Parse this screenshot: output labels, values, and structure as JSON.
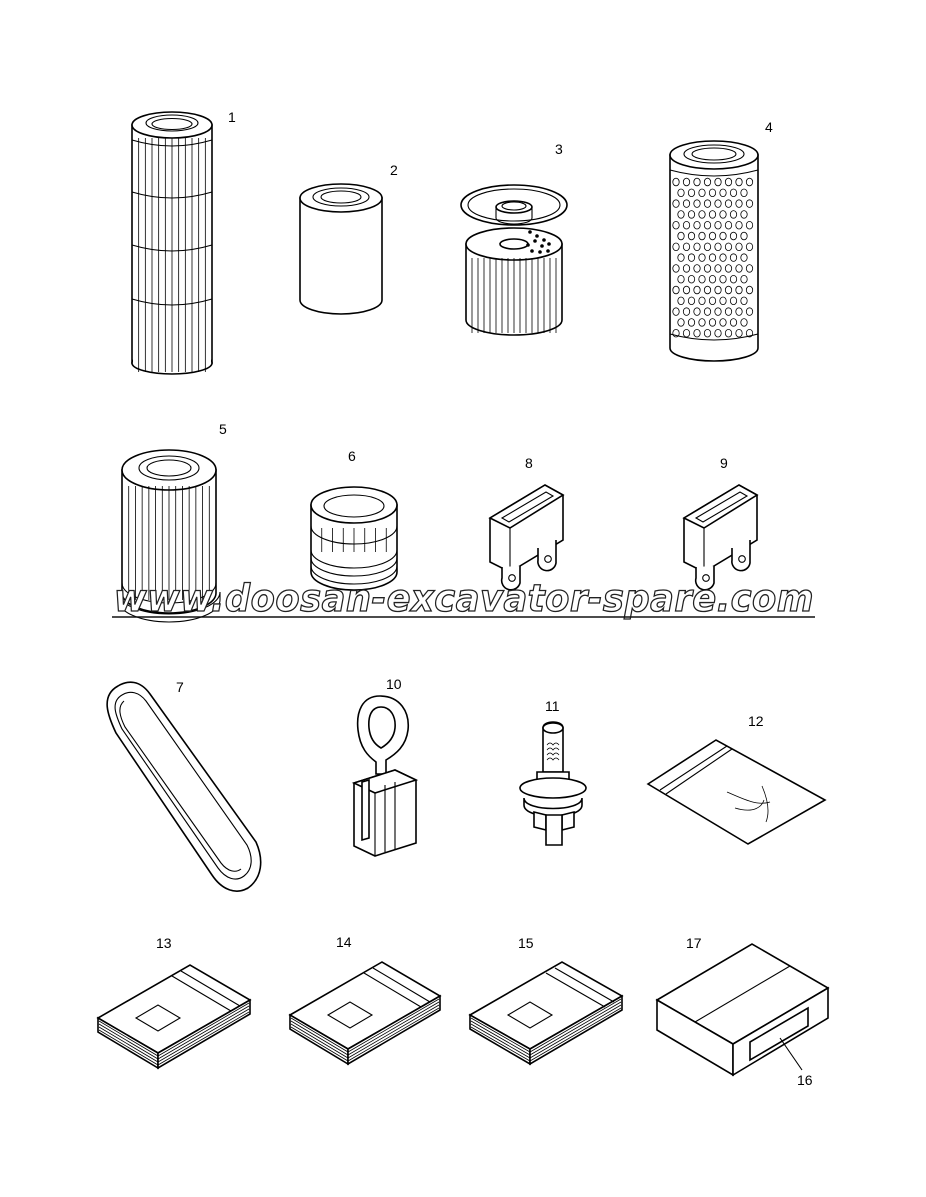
{
  "diagram": {
    "callouts": [
      {
        "id": "part-1",
        "label": "1"
      },
      {
        "id": "part-2",
        "label": "2"
      },
      {
        "id": "part-3",
        "label": "3"
      },
      {
        "id": "part-4",
        "label": "4"
      },
      {
        "id": "part-5",
        "label": "5"
      },
      {
        "id": "part-6",
        "label": "6"
      },
      {
        "id": "part-7",
        "label": "7"
      },
      {
        "id": "part-8",
        "label": "8"
      },
      {
        "id": "part-9",
        "label": "9"
      },
      {
        "id": "part-10",
        "label": "10"
      },
      {
        "id": "part-11",
        "label": "11"
      },
      {
        "id": "part-12",
        "label": "12"
      },
      {
        "id": "part-13",
        "label": "13"
      },
      {
        "id": "part-14",
        "label": "14"
      },
      {
        "id": "part-15",
        "label": "15"
      },
      {
        "id": "part-16",
        "label": "16"
      },
      {
        "id": "part-17",
        "label": "17"
      }
    ],
    "watermark": "www.doosan-excavator-spare.com"
  }
}
